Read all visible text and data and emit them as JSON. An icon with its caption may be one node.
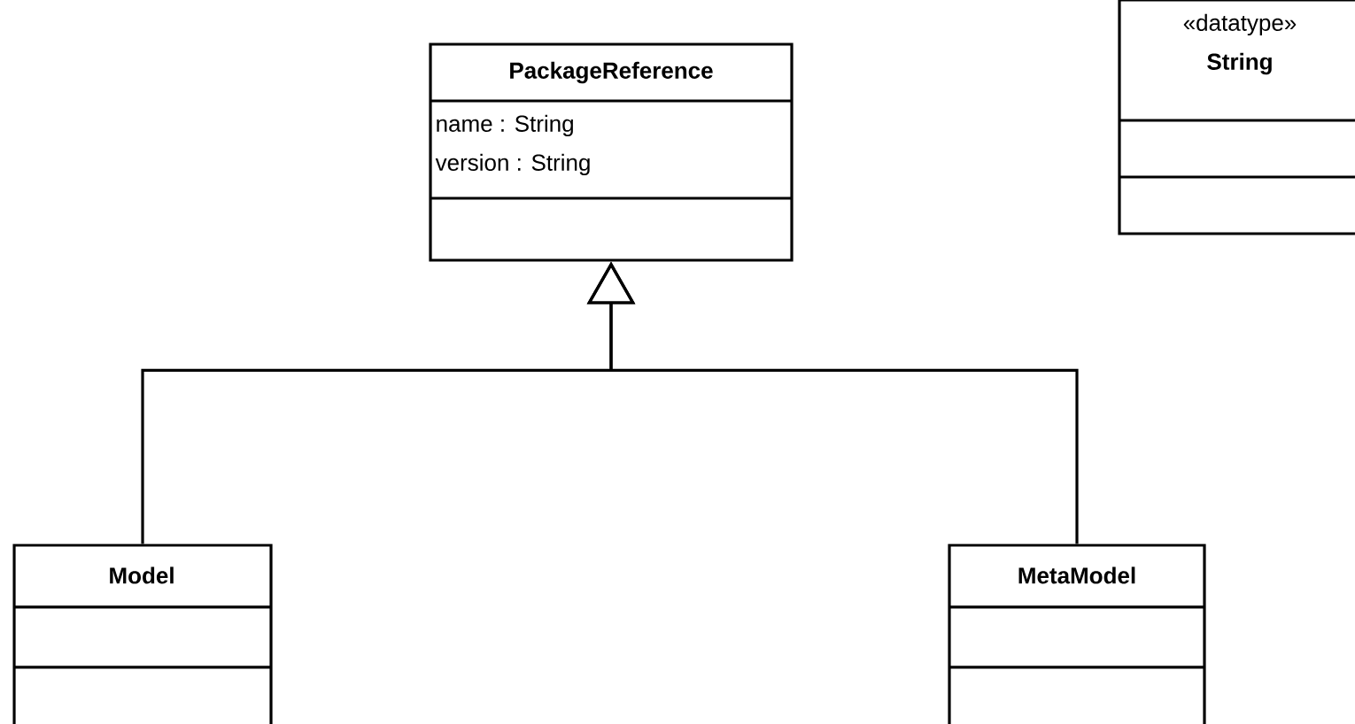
{
  "diagram": {
    "nodes": [
      {
        "text": [
          "PackageReference",
          "name : String",
          "version : String"
        ]
      },
      {
        "text": [
          "«datatype»",
          "String"
        ]
      },
      {
        "text": [
          "Model"
        ]
      },
      {
        "text": [
          "MetaModel"
        ]
      }
    ],
    "edges": [
      {
        "from": 2,
        "to": 0,
        "arrow": "to"
      },
      {
        "from": 3,
        "to": 0,
        "arrow": "to"
      }
    ]
  }
}
